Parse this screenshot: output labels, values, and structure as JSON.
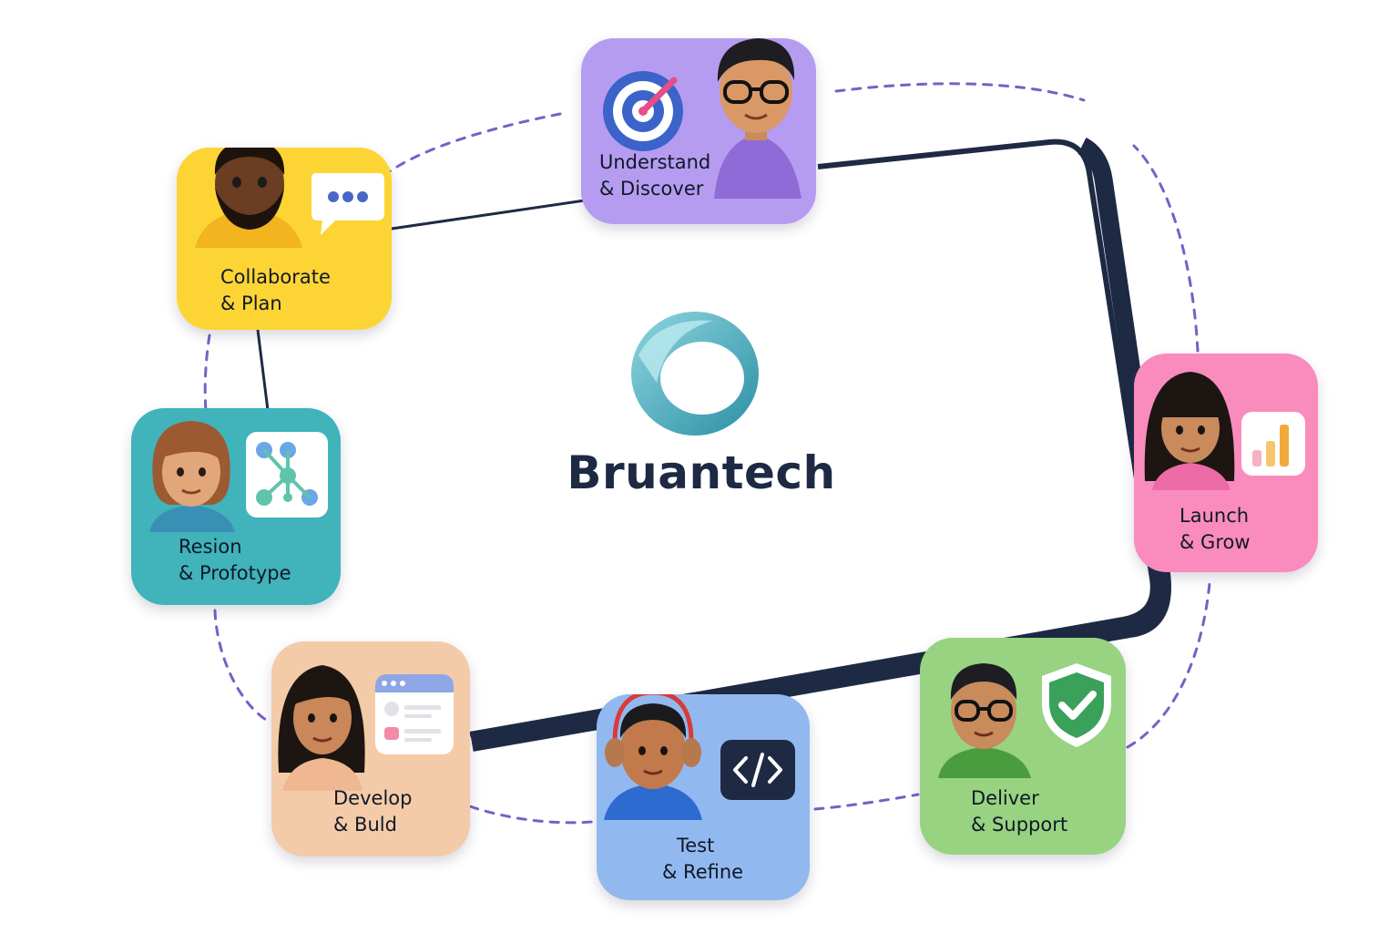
{
  "brand": {
    "name": "Bruantech",
    "logo_icon": "ring-logo-icon",
    "accent": "#4fb3c4"
  },
  "stages": [
    {
      "line1": "Understand",
      "line2": "& Discover",
      "color": "#b59cf0",
      "icon": "target-icon",
      "person": "avatar-boy-glasses-purple-hoodie"
    },
    {
      "line1": "Collaborate",
      "line2": "& Plan",
      "color": "#fcd535",
      "icon": "chat-bubble-icon",
      "person": "avatar-bearded-man-yellow-hoodie"
    },
    {
      "line1": "Resion",
      "line2": "& Profotype",
      "color": "#40b3bb",
      "icon": "flow-diagram-icon",
      "person": "avatar-woman-short-hair"
    },
    {
      "line1": "Develop",
      "line2": "& Buld",
      "color": "#f4cba8",
      "icon": "browser-window-icon",
      "person": "avatar-woman-long-hair"
    },
    {
      "line1": "Test",
      "line2": "& Refine",
      "color": "#92b9ef",
      "icon": "code-brackets-icon",
      "person": "avatar-boy-headphones"
    },
    {
      "line1": "Deliver",
      "line2": "& Support",
      "color": "#98d381",
      "icon": "shield-check-icon",
      "person": "avatar-boy-glasses-green-hoodie"
    },
    {
      "line1": "Launch",
      "line2": "& Grow",
      "color": "#f98cbc",
      "icon": "bar-chart-icon",
      "person": "avatar-girl-bangs"
    }
  ]
}
